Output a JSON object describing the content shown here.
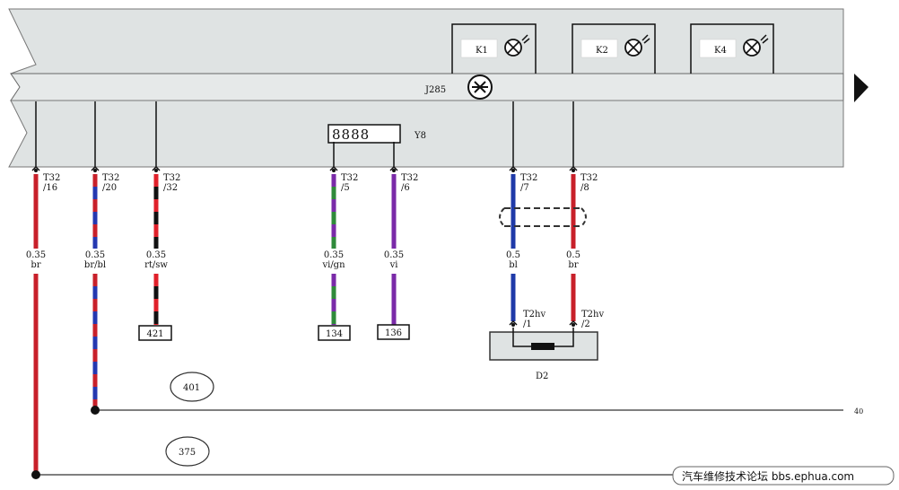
{
  "unit": {
    "name": "J285",
    "lamps": [
      {
        "label": "K1"
      },
      {
        "label": "K2"
      },
      {
        "label": "K4"
      }
    ],
    "display": {
      "label": "Y8"
    }
  },
  "wires": [
    {
      "pin": "T32",
      "pin2": "/16",
      "size": "0.35",
      "color": "br",
      "stripes": [
        "#c8202a"
      ],
      "ref": ""
    },
    {
      "pin": "T32",
      "pin2": "/20",
      "size": "0.35",
      "color": "br/bl",
      "stripes": [
        "#c8202a",
        "#2438b0"
      ],
      "ref": ""
    },
    {
      "pin": "T32",
      "pin2": "/32",
      "size": "0.35",
      "color": "rt/sw",
      "stripes": [
        "#e0202a",
        "#111111"
      ],
      "ref": "421"
    },
    {
      "pin": "T32",
      "pin2": "/5",
      "size": "0.35",
      "color": "vi/gn",
      "stripes": [
        "#7a2aa8",
        "#2f8a3a"
      ],
      "ref": "134"
    },
    {
      "pin": "T32",
      "pin2": "/6",
      "size": "0.35",
      "color": "vi",
      "stripes": [
        "#7a2aa8"
      ],
      "ref": "136"
    },
    {
      "pin": "T32",
      "pin2": "/7",
      "size": "0.5",
      "color": "bl",
      "stripes": [
        "#1f3aa8"
      ],
      "ref": ""
    },
    {
      "pin": "T32",
      "pin2": "/8",
      "size": "0.5",
      "color": "br",
      "stripes": [
        "#c8202a"
      ],
      "ref": ""
    }
  ],
  "sensor": {
    "label": "D2",
    "pins": [
      {
        "pin": "T2hv",
        "pin2": "/1"
      },
      {
        "pin": "T2hv",
        "pin2": "/2"
      }
    ]
  },
  "ground_points": [
    "401",
    "375"
  ],
  "right_ref": "40",
  "watermark": "汽车维修技术论坛 bbs.ephua.com",
  "colors": {
    "housing": "#dfe3e3",
    "ground_line": "#555555"
  }
}
